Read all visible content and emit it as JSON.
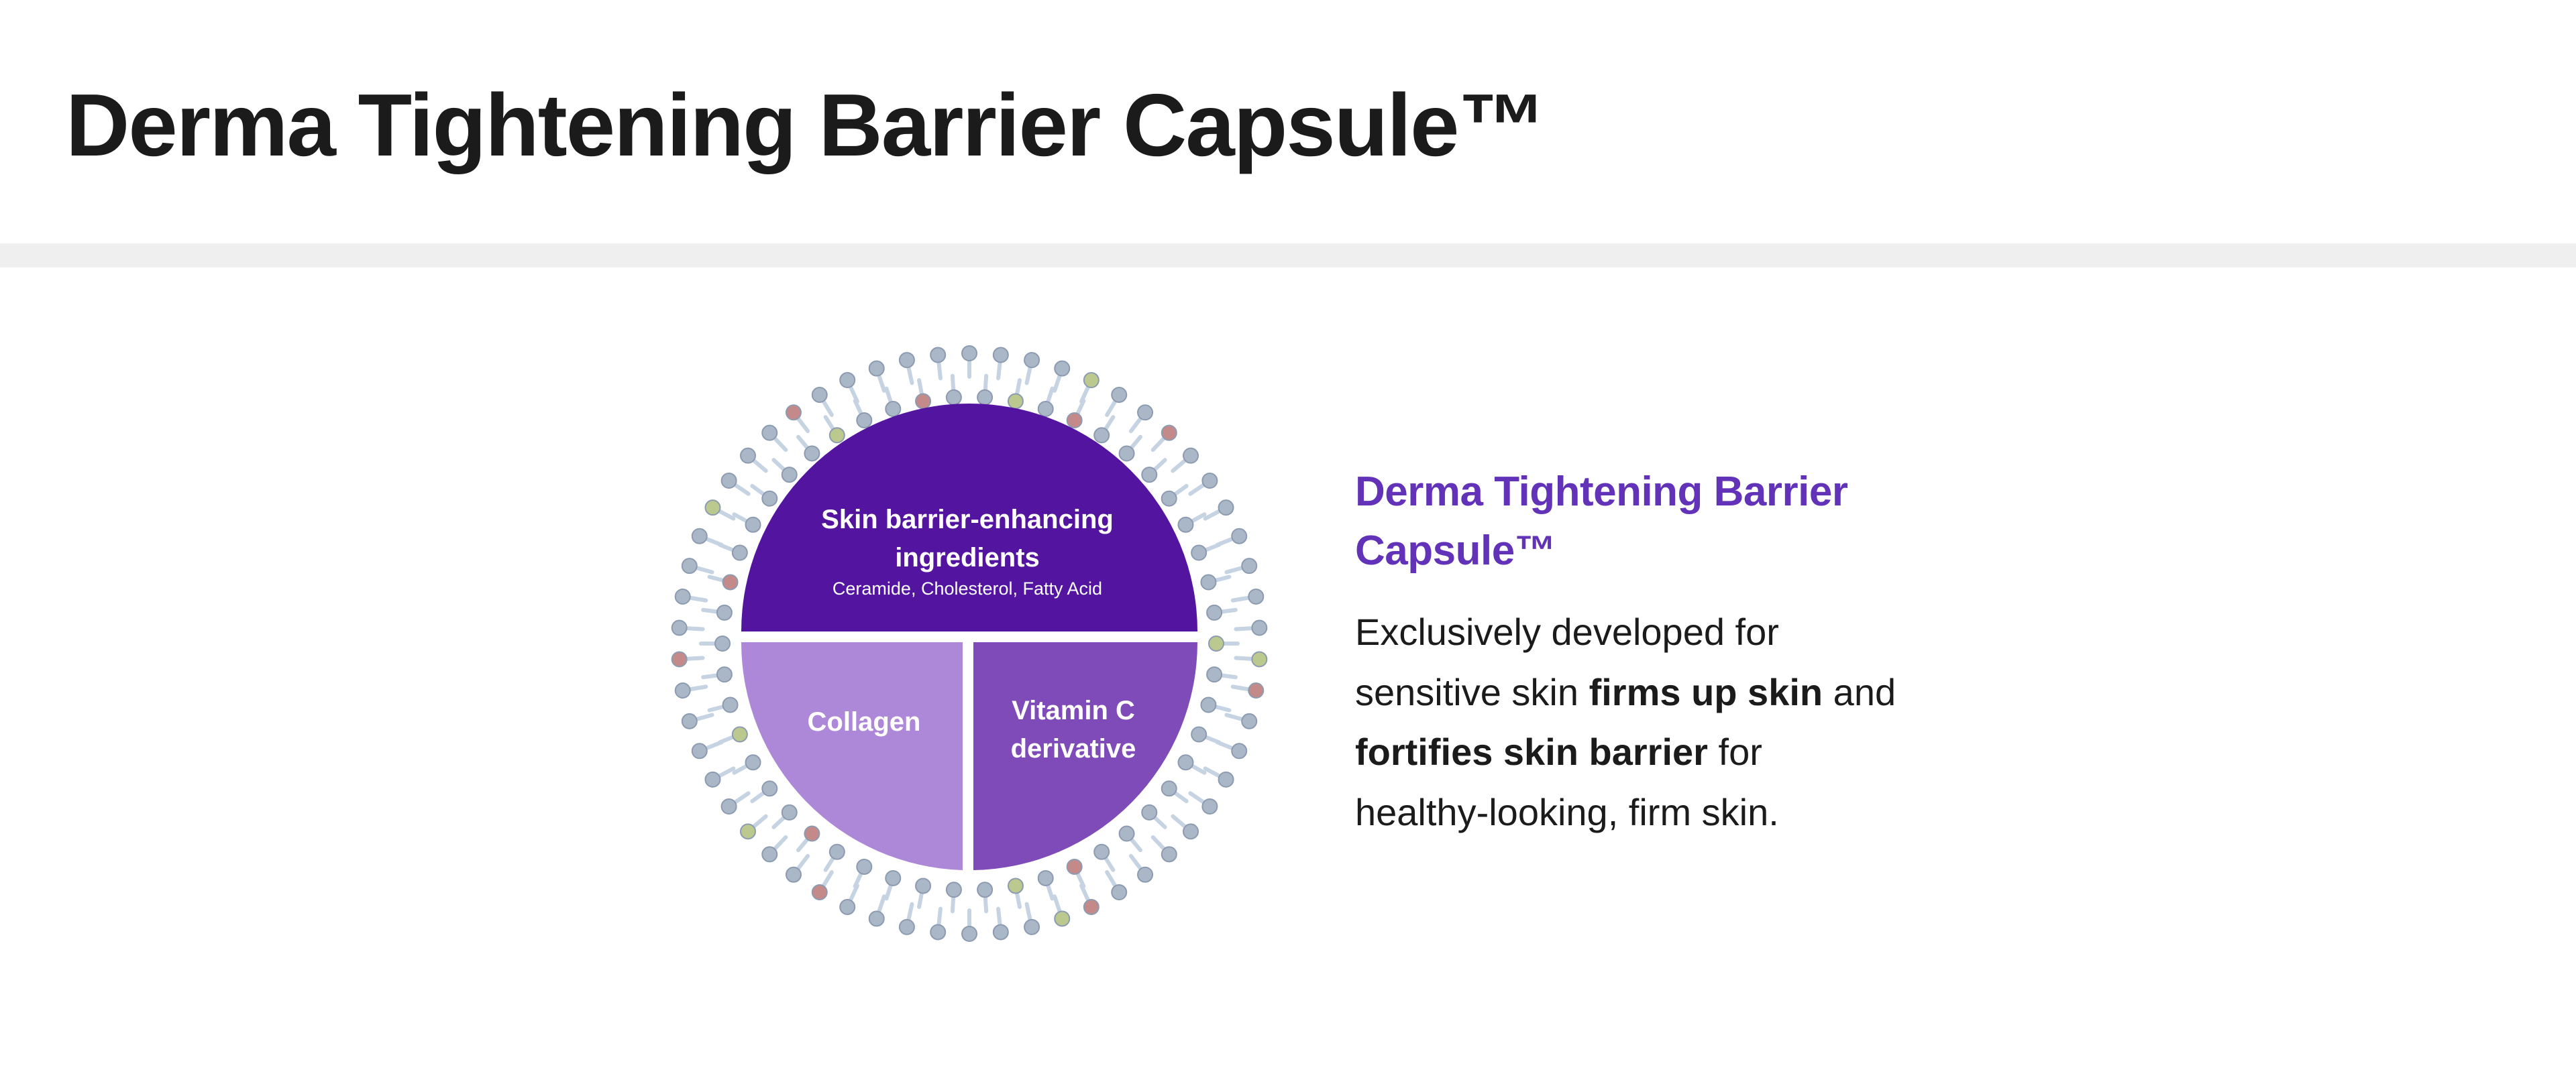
{
  "header": {
    "title": "Derma Tightening Barrier Capsule™"
  },
  "capsule": {
    "barrier_title_line1": "Skin barrier-enhancing",
    "barrier_title_line2": "ingredients",
    "barrier_subtitle": "Ceramide, Cholesterol, Fatty Acid",
    "collagen_label": "Collagen",
    "vitaminc_line1": "Vitamin C",
    "vitaminc_line2": "derivative",
    "colors": {
      "barrier": "#5314a0",
      "collagen": "#ad88d9",
      "vitaminc": "#7e4bb8",
      "lipid_head": "#aab7c7",
      "lipid_head_green": "#bcc98e",
      "lipid_head_red": "#c48a8a",
      "lipid_tail": "#c6d3e2"
    }
  },
  "info": {
    "title_line1": "Derma Tightening Barrier",
    "title_line2": "Capsule™",
    "title_color": "#6233b8",
    "line1": "Exclusively developed for",
    "line2_pre": "sensitive skin ",
    "line2_bold": "firms up skin",
    "line2_post": " and",
    "line3_bold": "fortifies skin barrier",
    "line3_post": " for",
    "line4": "healthy-looking, firm skin."
  }
}
